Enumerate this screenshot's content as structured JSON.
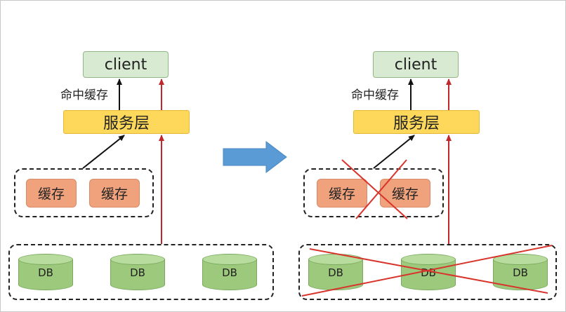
{
  "left": {
    "client": "client",
    "hit_label": "命中缓存",
    "service": "服务层",
    "caches": [
      "缓存",
      "缓存"
    ],
    "dbs": [
      "DB",
      "DB",
      "DB"
    ]
  },
  "right": {
    "client": "client",
    "hit_label": "命中缓存",
    "service": "服务层",
    "caches": [
      "缓存",
      "缓存"
    ],
    "dbs": [
      "DB",
      "DB",
      "DB"
    ]
  },
  "colors": {
    "client_fill": "#d9ead3",
    "service_fill": "#fdd85a",
    "cache_fill": "#f0a27d",
    "db_fill": "#9cc97c",
    "arrow_black": "#111111",
    "arrow_red": "#c0282d",
    "transition_arrow": "#5b9bd5",
    "cross_red": "#d9342b"
  },
  "icons": {
    "transition": "right-arrow-icon",
    "failed": "cross-icon"
  }
}
